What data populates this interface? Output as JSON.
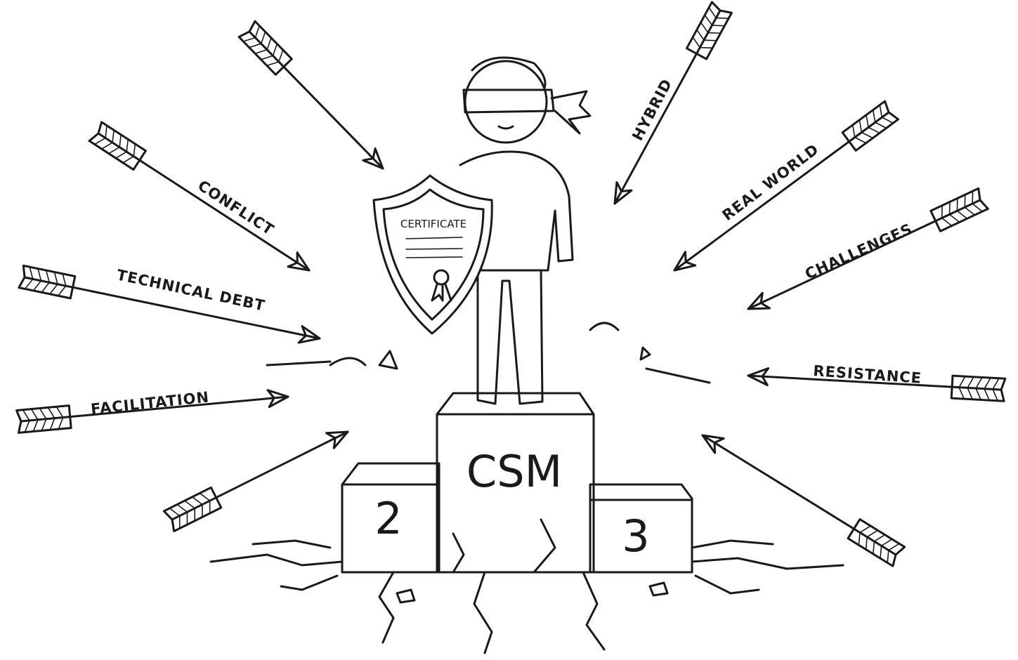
{
  "arrow_labels": {
    "conflict": "CONFLICT",
    "technical_debt": "TECHNICAL DEBT",
    "facilitation": "FACILITATION",
    "hybrid": "HYBRID",
    "real_world": "REAL WORLD",
    "challenges": "CHALLENGES",
    "resistance": "RESISTANCE"
  },
  "shield": {
    "text": "CERTIFICATE"
  },
  "podium": {
    "first": "CSM",
    "second": "2",
    "third": "3"
  },
  "colors": {
    "ink": "#1a1a1a",
    "background": "#ffffff"
  }
}
